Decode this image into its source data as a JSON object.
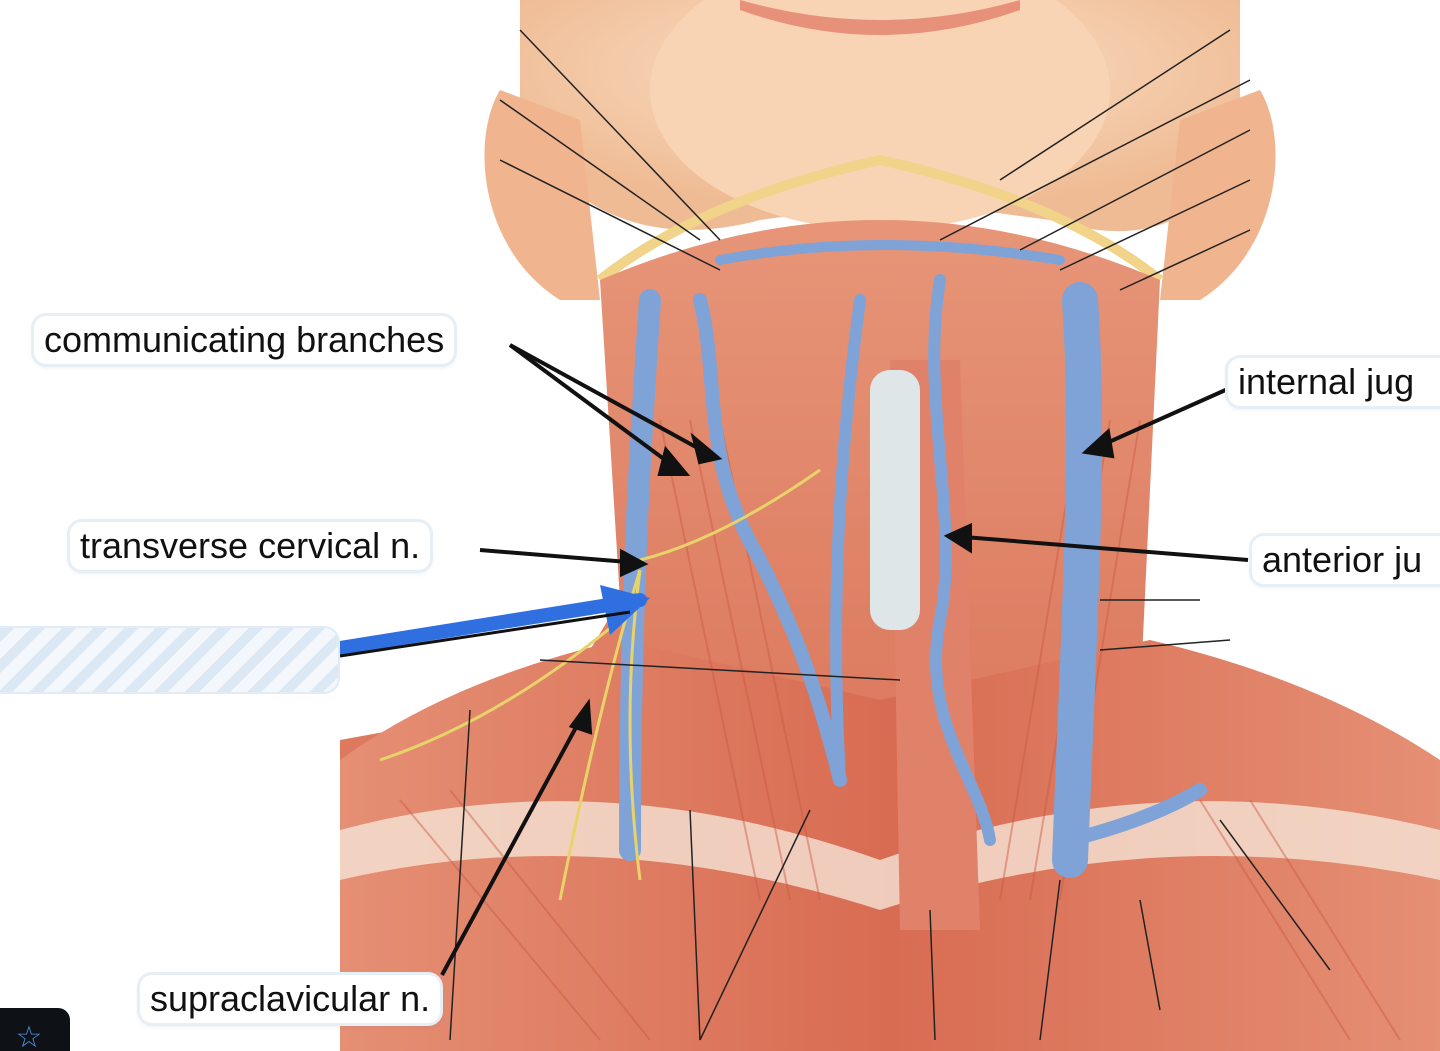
{
  "labels": {
    "communicating_branches": "communicating branches",
    "transverse_cervical": "transverse cervical n.",
    "supraclavicular": "supraclavicular n.",
    "internal_jugular_partial": "internal jug",
    "anterior_jugular_partial": "anterior ju"
  },
  "icons": {
    "star": "☆"
  },
  "colors": {
    "vein_blue": "#7fa3d6",
    "muscle_red": "#d9745c",
    "nerve_yellow": "#e8d36a",
    "marker_blue": "#2f6fe0",
    "arrow_black": "#111111",
    "label_border": "#e6eef6"
  }
}
